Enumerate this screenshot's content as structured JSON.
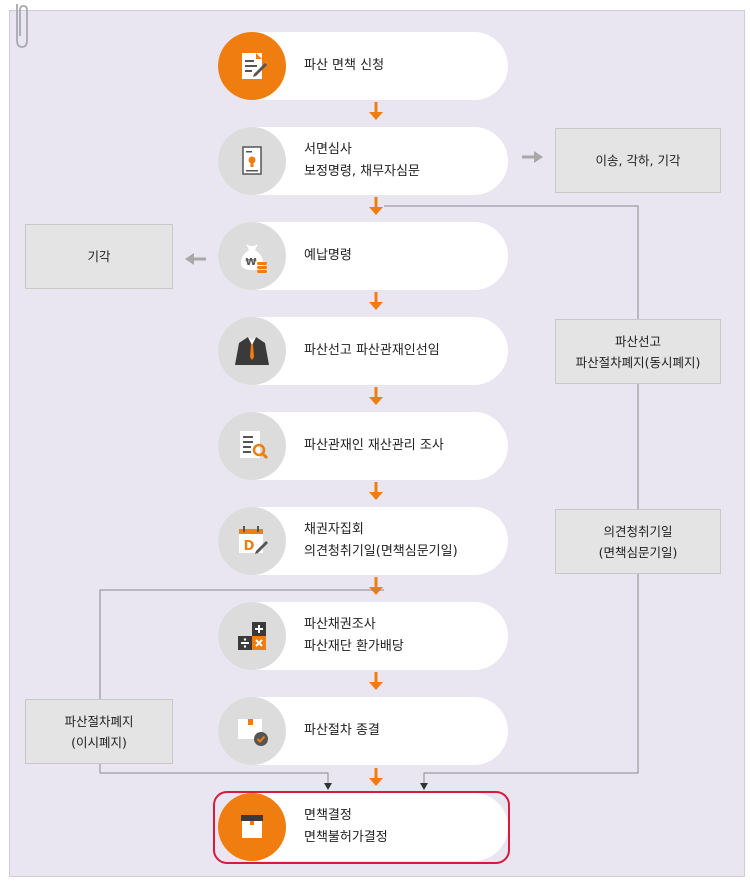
{
  "steps": [
    {
      "id": "apply",
      "lines": [
        "파산 면책 신청"
      ],
      "icon": "document-pen-icon",
      "highlight": true
    },
    {
      "id": "review",
      "lines": [
        "서면심사",
        "보정명령, 채무자심문"
      ],
      "icon": "certificate-document-icon",
      "highlight": false
    },
    {
      "id": "prepay",
      "lines": [
        "예납명령"
      ],
      "icon": "money-bag-icon",
      "highlight": false
    },
    {
      "id": "declare",
      "lines": [
        "파산선고 파산관재인선임"
      ],
      "icon": "suit-person-icon",
      "highlight": false
    },
    {
      "id": "investigate",
      "lines": [
        "파산관재인 재산관리 조사"
      ],
      "icon": "document-search-icon",
      "highlight": false
    },
    {
      "id": "meeting",
      "lines": [
        "채권자집회",
        "의견청취기일(면책심문기일)"
      ],
      "icon": "calendar-pen-icon",
      "highlight": false
    },
    {
      "id": "distribute",
      "lines": [
        "파산채권조사",
        "파산재단 환가배당"
      ],
      "icon": "calculator-icon",
      "highlight": false
    },
    {
      "id": "terminate",
      "lines": [
        "파산절차 종결"
      ],
      "icon": "box-check-icon",
      "highlight": false
    }
  ],
  "final": {
    "lines": [
      "면책결정",
      "면책불허가결정"
    ],
    "icon": "box-icon"
  },
  "side_boxes": {
    "transfer": {
      "lines": [
        "이송, 각하, 기각"
      ]
    },
    "dismiss": {
      "lines": [
        "기각"
      ]
    },
    "simultaneous_abolition": {
      "lines": [
        "파산선고",
        "파산절차폐지(동시폐지)"
      ]
    },
    "hearing": {
      "lines": [
        "의견청취기일",
        "(면책심문기일)"
      ]
    },
    "different_abolition": {
      "lines": [
        "파산절차폐지",
        "(이시폐지)"
      ]
    }
  },
  "colors": {
    "accent": "#ef7d10",
    "highlight_border": "#d81b3c",
    "panel": "#e9e6f1",
    "side_box": "#e4e4e4",
    "grey_arrow": "#a8a8a8"
  }
}
